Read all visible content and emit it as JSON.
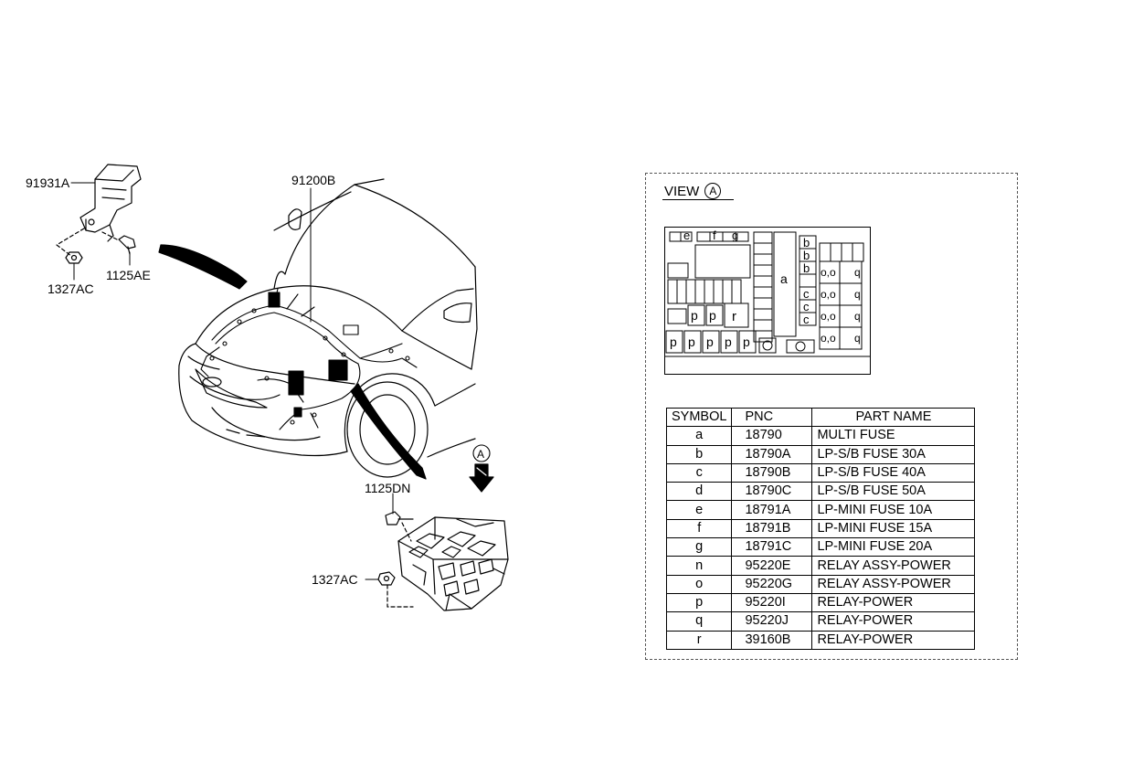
{
  "callouts": {
    "bracket": "91931A",
    "nut_top": "1327AC",
    "bolt_top": "1125AE",
    "harness": "91200B",
    "bolt_box": "1125DN",
    "nut_box": "1327AC",
    "view_marker": "A"
  },
  "view": {
    "title": "VIEW",
    "marker": "A"
  },
  "fusebox_labels": {
    "e": "e",
    "f": "f",
    "g": "g",
    "a": "a",
    "b": "b",
    "c": "c",
    "o": "o,o",
    "q": "q",
    "p": "p",
    "r": "r"
  },
  "table": {
    "headers": [
      "SYMBOL",
      "PNC",
      "PART NAME"
    ],
    "rows": [
      [
        "a",
        "18790",
        "MULTI FUSE"
      ],
      [
        "b",
        "18790A",
        "LP-S/B FUSE 30A"
      ],
      [
        "c",
        "18790B",
        "LP-S/B FUSE 40A"
      ],
      [
        "d",
        "18790C",
        "LP-S/B FUSE 50A"
      ],
      [
        "e",
        "18791A",
        "LP-MINI FUSE 10A"
      ],
      [
        "f",
        "18791B",
        "LP-MINI FUSE 15A"
      ],
      [
        "g",
        "18791C",
        "LP-MINI FUSE 20A"
      ],
      [
        "n",
        "95220E",
        "RELAY ASSY-POWER"
      ],
      [
        "o",
        "95220G",
        "RELAY ASSY-POWER"
      ],
      [
        "p",
        "95220I",
        "RELAY-POWER"
      ],
      [
        "q",
        "95220J",
        "RELAY-POWER"
      ],
      [
        "r",
        "39160B",
        "RELAY-POWER"
      ]
    ]
  }
}
